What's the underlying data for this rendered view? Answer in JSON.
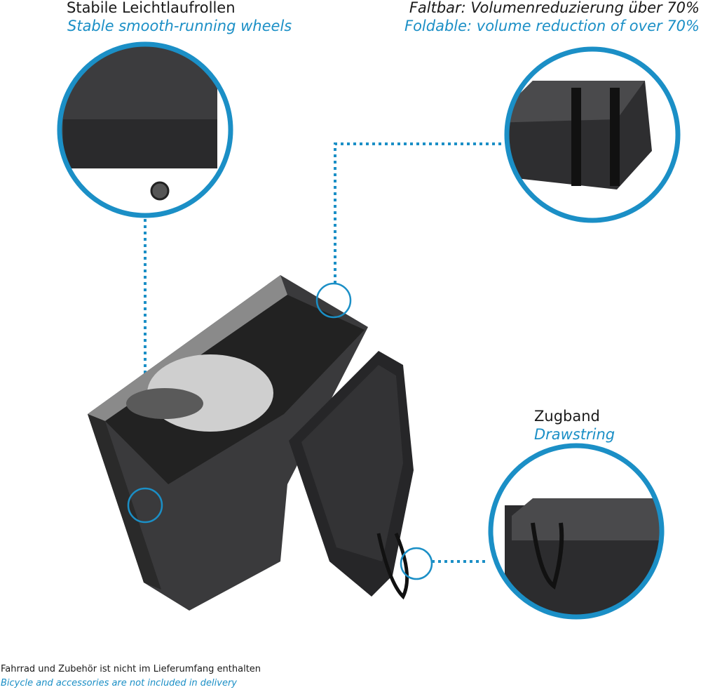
{
  "features": {
    "wheels": {
      "de": "Stabile Leichtlaufrollen",
      "en": "Stable smooth-running wheels"
    },
    "foldable": {
      "de": "Faltbar: Volumenreduzierung über 70%",
      "en": "Foldable: volume reduction of over 70%"
    },
    "drawstring": {
      "de": "Zugband",
      "en": "Drawstring"
    }
  },
  "disclaimer": {
    "de": "Fahrrad und Zubehör ist nicht im Lieferumfang enthalten",
    "en": "Bicycle and accessories are not included in delivery"
  },
  "colors": {
    "accent": "#1b8fc6",
    "case": "#2c2c2e"
  }
}
